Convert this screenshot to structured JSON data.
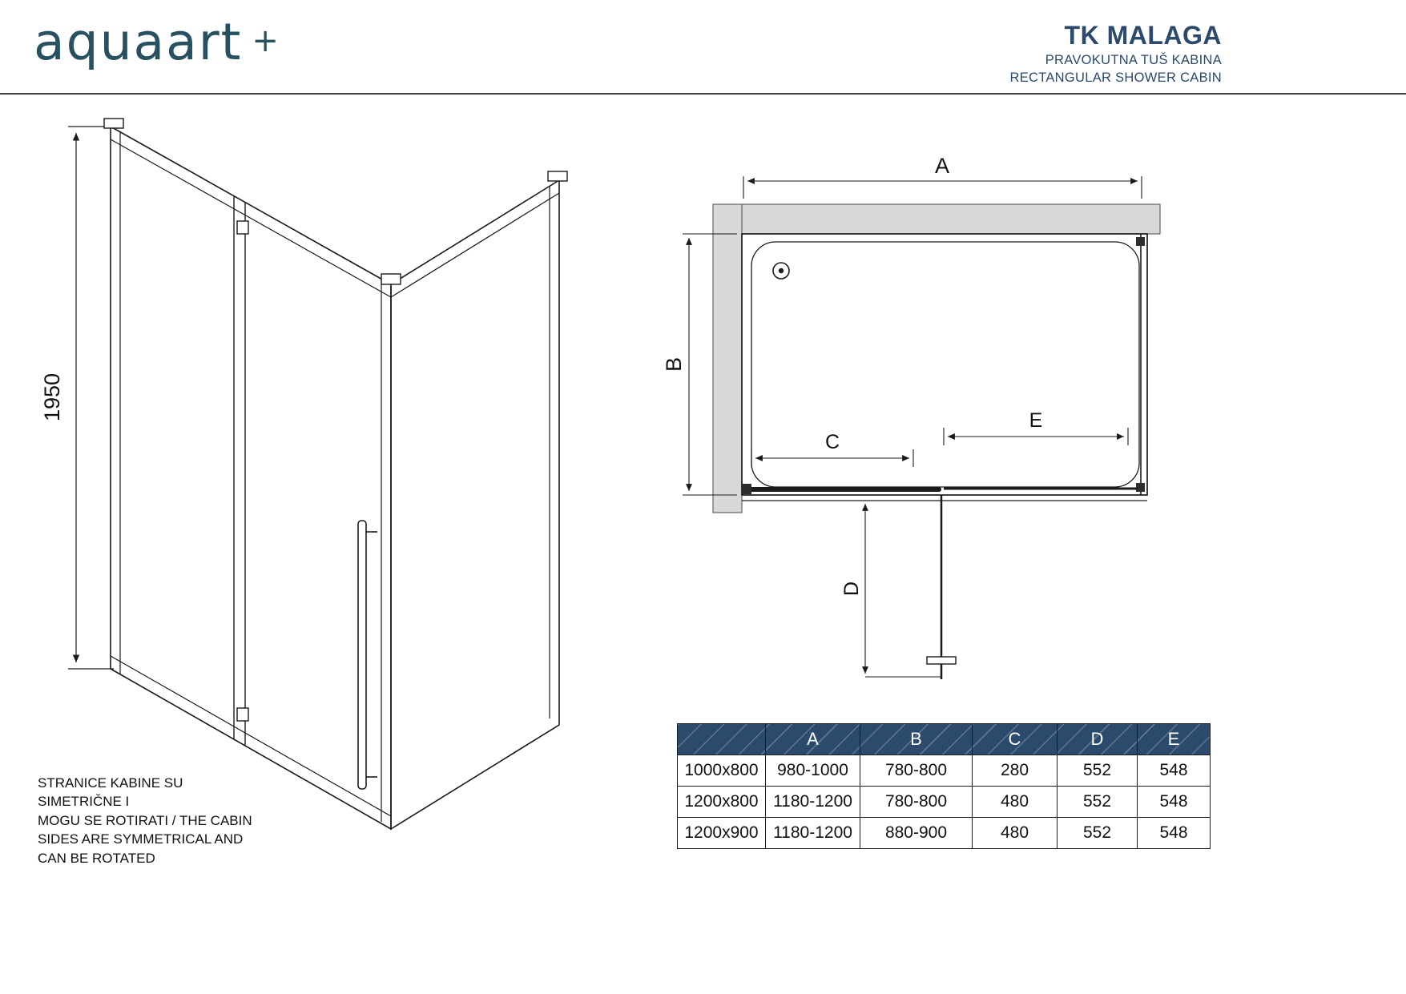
{
  "header": {
    "logo_text": "aquaart",
    "logo_plus": "+",
    "product_title": "TK MALAGA",
    "subtitle_line1": "PRAVOKUTNA TUŠ KABINA",
    "subtitle_line2": "RECTANGULAR SHOWER CABIN"
  },
  "side_view": {
    "height_label": "1950",
    "note": "STRANICE KABINE SU SIMETRIČNE I\nMOGU SE ROTIRATI / THE CABIN\nSIDES ARE SYMMETRICAL AND\nCAN BE ROTATED"
  },
  "top_view": {
    "labels": {
      "a": "A",
      "b": "B",
      "c": "C",
      "d": "D",
      "e": "E"
    }
  },
  "table": {
    "columns": [
      "",
      "A",
      "B",
      "C",
      "D",
      "E"
    ],
    "rows": [
      [
        "1000x800",
        "980-1000",
        "780-800",
        "280",
        "552",
        "548"
      ],
      [
        "1200x800",
        "1180-1200",
        "780-800",
        "480",
        "552",
        "548"
      ],
      [
        "1200x900",
        "1180-1200",
        "880-900",
        "480",
        "552",
        "548"
      ]
    ]
  },
  "colors": {
    "brand_navy": "#2b4a6c",
    "logo_teal": "#275060",
    "line": "#1a1a1a",
    "wall_gray": "#d8d8d8"
  }
}
